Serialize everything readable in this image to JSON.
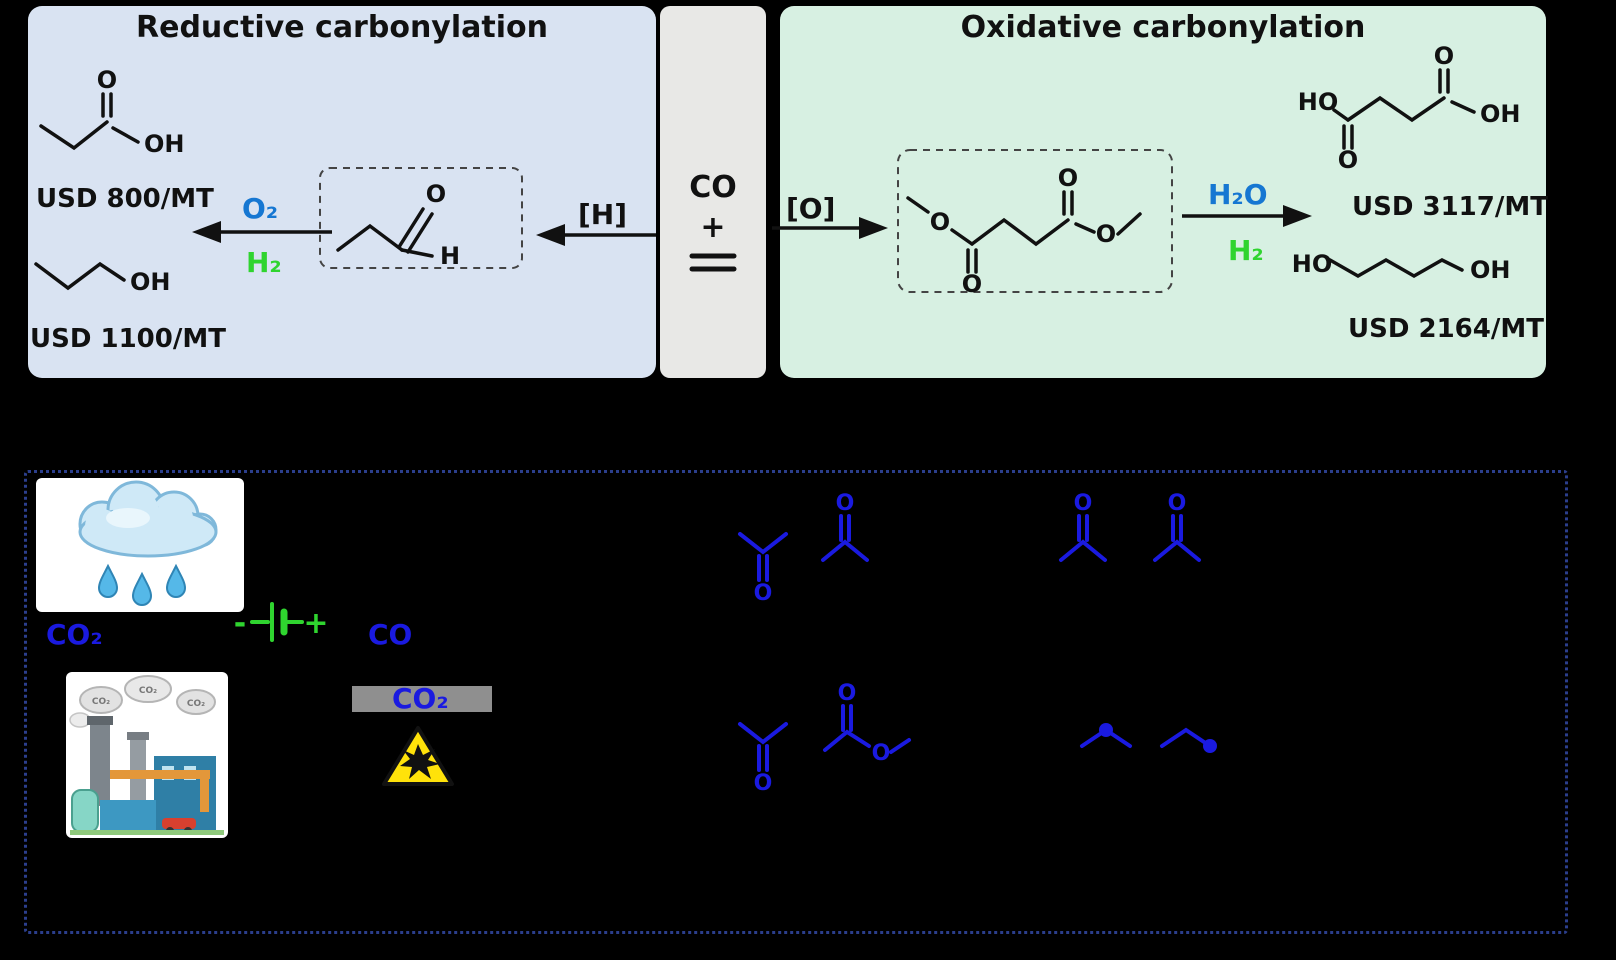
{
  "panels": {
    "reductive": {
      "title": "Reductive carbonylation",
      "price_acid": "USD 800/MT",
      "price_alcohol": "USD 1100/MT",
      "oxidant": "O₂",
      "hydrogen": "H₂",
      "arrow_label": "[H]"
    },
    "center": {
      "co": "CO",
      "plus": "+"
    },
    "oxidative": {
      "title": "Oxidative carbonylation",
      "arrow_label": "[O]",
      "water": "H₂O",
      "hydrogen": "H₂",
      "price_diacid": "USD 3117/MT",
      "price_diol": "USD 2164/MT"
    }
  },
  "atoms": {
    "O": "O",
    "OH": "OH",
    "HO": "HO",
    "H": "H"
  },
  "bottom": {
    "co2_source": "CO₂",
    "co_product": "CO",
    "co2_crossed": "CO₂",
    "battery_minus": "-",
    "battery_plus": "+",
    "smoke_label": "CO₂"
  },
  "colors": {
    "panel_blue": "#d9e3f2",
    "panel_green": "#d7f0e2",
    "strip_gray": "#e8e8e6",
    "label_blue": "#1677d2",
    "label_green": "#2fd42f",
    "deep_blue": "#1a1ae0",
    "warning_yellow": "#ffe20a",
    "ink": "#111111"
  }
}
